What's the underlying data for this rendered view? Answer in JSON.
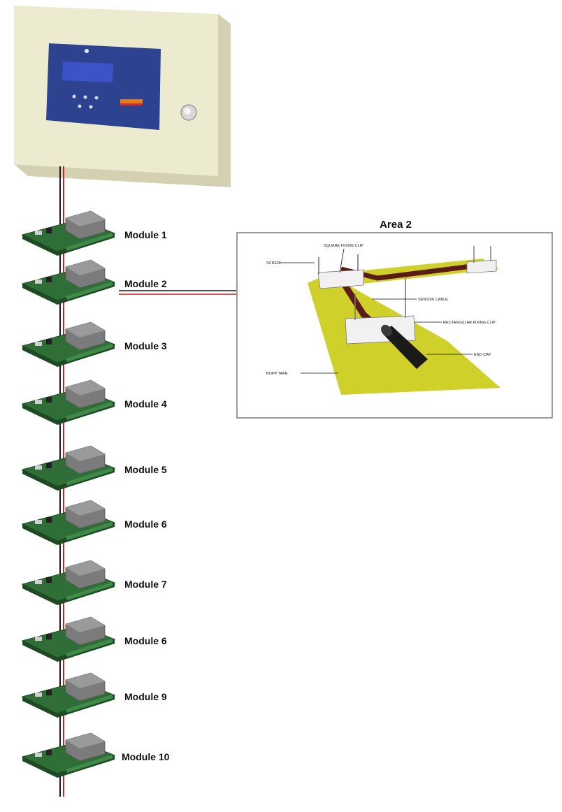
{
  "colors": {
    "panel_face": "#ecebd0",
    "panel_side": "#d3d1b2",
    "display_bezel": "#2d4390",
    "lcd": "#3c52c7",
    "board_green": "#2f6e37",
    "board_dark": "#1d4a23",
    "relay_grey": "#7b7b7b",
    "wire_red": "#d01f1f",
    "wire_black": "#1a1a1a",
    "tape_yellow": "#cfd02a",
    "cable_dark": "#5a1c14",
    "clip_white": "#f1f1f1"
  },
  "panel": {
    "brand_text": "",
    "indicator_icon": "indicator-lamp-icon"
  },
  "modules": [
    {
      "label": "Module 1"
    },
    {
      "label": "Module 2"
    },
    {
      "label": "Module 3"
    },
    {
      "label": "Module 4"
    },
    {
      "label": "Module 5"
    },
    {
      "label": "Module 6"
    },
    {
      "label": "Module 7"
    },
    {
      "label": "Module 6"
    },
    {
      "label": "Module 9"
    },
    {
      "label": "Module 10"
    }
  ],
  "area": {
    "title": "Area 2",
    "callouts": {
      "square_clip": "SQUARE FIXING CLIP",
      "screw": "SCREW",
      "sensor_cable": "SENSOR CABLE",
      "rect_clip": "RECTANGULAR FIXING CLIP",
      "end_cap": "END CAP",
      "bopp_tape": "BOPP TAPE"
    }
  }
}
